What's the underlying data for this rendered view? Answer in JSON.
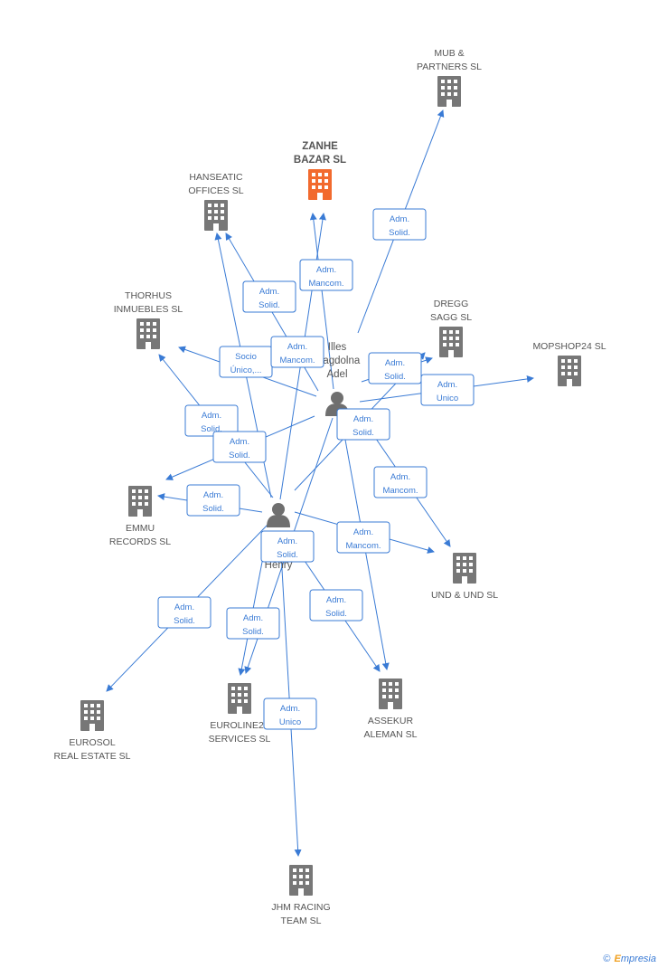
{
  "colors": {
    "edge": "#3a7bd5",
    "building": "#777777",
    "focus_building": "#f26a2e",
    "person": "#6f6f6f"
  },
  "companies": [
    {
      "id": "zanhe",
      "lines": [
        "ZANHE",
        "BAZAR SL"
      ],
      "focus": true
    },
    {
      "id": "mub",
      "lines": [
        "MUB &",
        "PARTNERS  SL"
      ]
    },
    {
      "id": "hanseatic",
      "lines": [
        "HANSEATIC",
        "OFFICES  SL"
      ]
    },
    {
      "id": "thorhus",
      "lines": [
        "THORHUS",
        "INMUEBLES SL"
      ]
    },
    {
      "id": "dregg",
      "lines": [
        "DREGG",
        "SAGG SL"
      ]
    },
    {
      "id": "mopshop",
      "lines": [
        "MOPSHOP24  SL"
      ]
    },
    {
      "id": "emmu",
      "lines": [
        "EMMU",
        "RECORDS SL"
      ]
    },
    {
      "id": "und",
      "lines": [
        "UND & UND SL"
      ]
    },
    {
      "id": "eurosol",
      "lines": [
        "EUROSOL",
        "REAL ESTATE SL"
      ]
    },
    {
      "id": "euroline",
      "lines": [
        "EUROLINE24",
        "SERVICES SL"
      ]
    },
    {
      "id": "assekur",
      "lines": [
        "ASSEKUR",
        "ALEMAN SL"
      ]
    },
    {
      "id": "jhm",
      "lines": [
        "JHM RACING",
        "TEAM SL"
      ]
    }
  ],
  "persons": [
    {
      "id": "illes",
      "lines": [
        "Illes",
        "Magdolna",
        "Adel"
      ]
    },
    {
      "id": "mj",
      "lines": [
        "M",
        "Jo",
        "Henry"
      ]
    }
  ],
  "edges": [
    {
      "from": "illes",
      "to": "zanhe",
      "label": [
        "Adm.",
        "Mancom."
      ]
    },
    {
      "from": "mj",
      "to": "zanhe",
      "label": [
        "Adm.",
        "Mancom."
      ]
    },
    {
      "from": "illes",
      "to": "mub",
      "label": [
        "Adm.",
        "Solid."
      ]
    },
    {
      "from": "illes",
      "to": "hanseatic",
      "label": [
        "Adm.",
        "Solid."
      ]
    },
    {
      "from": "mj",
      "to": "hanseatic",
      "label": [
        "Adm.",
        "Solid."
      ]
    },
    {
      "from": "illes",
      "to": "thorhus",
      "label": [
        "Socio",
        "Único,..."
      ]
    },
    {
      "from": "mj",
      "to": "thorhus",
      "label": [
        "Adm.",
        "Mancom."
      ]
    },
    {
      "from": "illes",
      "to": "dregg",
      "label": [
        "Adm.",
        "Solid."
      ]
    },
    {
      "from": "illes",
      "to": "mopshop",
      "label": [
        "Adm.",
        "Unico"
      ]
    },
    {
      "from": "illes",
      "to": "emmu",
      "label": [
        "Adm.",
        "Solid."
      ]
    },
    {
      "from": "mj",
      "to": "emmu",
      "label": [
        "Adm.",
        "Solid."
      ]
    },
    {
      "from": "illes",
      "to": "und",
      "label": [
        "Adm.",
        "Mancom."
      ]
    },
    {
      "from": "mj",
      "to": "und",
      "label": [
        "Adm.",
        "Mancom."
      ]
    },
    {
      "from": "mj",
      "to": "eurosol",
      "label": [
        "Adm.",
        "Solid."
      ]
    },
    {
      "from": "mj",
      "to": "euroline",
      "label": [
        "Adm.",
        "Solid."
      ]
    },
    {
      "from": "illes",
      "to": "euroline",
      "label": [
        "Adm.",
        "Solid."
      ]
    },
    {
      "from": "mj",
      "to": "assekur",
      "label": [
        "Adm.",
        "Solid."
      ]
    },
    {
      "from": "illes",
      "to": "assekur",
      "label": [
        "Adm.",
        "Solid."
      ]
    },
    {
      "from": "mj",
      "to": "jhm",
      "label": [
        "Adm.",
        "Unico"
      ]
    },
    {
      "from": "mj",
      "to": "dregg",
      "label": [
        "Adm.",
        "Solid."
      ]
    }
  ],
  "footer": {
    "copyright": "©",
    "brand_initial": "E",
    "brand_rest": "mpresia"
  }
}
